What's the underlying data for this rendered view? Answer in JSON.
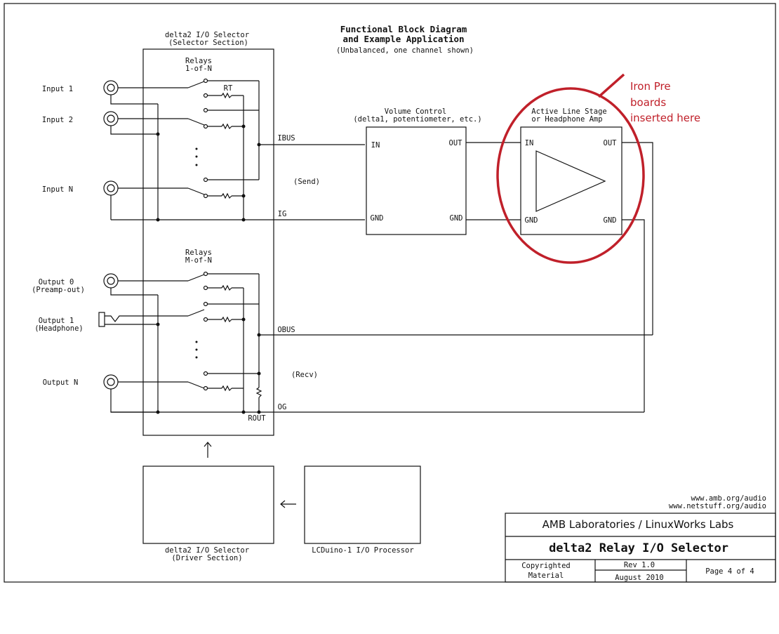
{
  "title": {
    "line1": "Functional Block Diagram",
    "line2": "and Example Application",
    "line3": "(Unbalanced, one channel shown)"
  },
  "selector": {
    "title": "delta2 I/O Selector",
    "subtitle": "(Selector Section)"
  },
  "input_relays": {
    "line1": "Relays",
    "line2": "1-of-N",
    "rt": "RT"
  },
  "output_relays": {
    "line1": "Relays",
    "line2": "M-of-N",
    "rout": "ROUT"
  },
  "inputs": [
    "Input 1",
    "Input 2",
    "Input N"
  ],
  "outputs": {
    "out0": "Output 0",
    "out0_sub": "(Preamp-out)",
    "out1": "Output 1",
    "out1_sub": "(Headphone)",
    "outN": "Output N"
  },
  "buses": {
    "ibus": "IBUS",
    "ig": "IG",
    "obus": "OBUS",
    "og": "OG"
  },
  "send": "(Send)",
  "recv": "(Recv)",
  "volume": {
    "title": "Volume Control",
    "subtitle": "(delta1, potentiometer, etc.)",
    "in": "IN",
    "out": "OUT",
    "gnd_l": "GND",
    "gnd_r": "GND"
  },
  "linestage": {
    "title": "Active Line Stage",
    "subtitle": "or Headphone Amp",
    "in": "IN",
    "out": "OUT",
    "gnd_l": "GND",
    "gnd_r": "GND"
  },
  "annotation": {
    "line1": "Iron Pre",
    "line2": "boards",
    "line3": "inserted here",
    "color": "#c0202a"
  },
  "driver": {
    "line1": "delta2 I/O Selector",
    "line2": "(Driver Section)"
  },
  "lcduino": {
    "label": "LCDuino-1 I/O Processor"
  },
  "urls": {
    "line1": "www.amb.org/audio",
    "line2": "www.netstuff.org/audio"
  },
  "title_block": {
    "company": "AMB Laboratories / LinuxWorks Labs",
    "name": "delta2 Relay I/O Selector",
    "copy1": "Copyrighted",
    "copy2": "Material",
    "rev": "Rev 1.0",
    "date": "August 2010",
    "page": "Page 4 of 4"
  }
}
